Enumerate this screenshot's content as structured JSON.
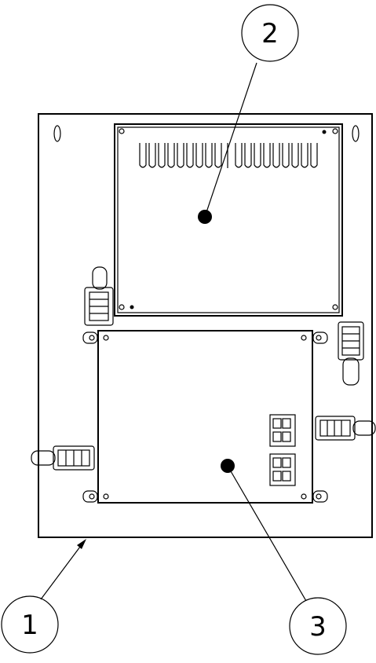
{
  "callouts": {
    "c1": "1",
    "c2": "2",
    "c3": "3"
  },
  "parts": {
    "base_plate": "mounting-plate",
    "upper_board": "upper-circuit-board",
    "lower_board": "lower-circuit-board"
  }
}
